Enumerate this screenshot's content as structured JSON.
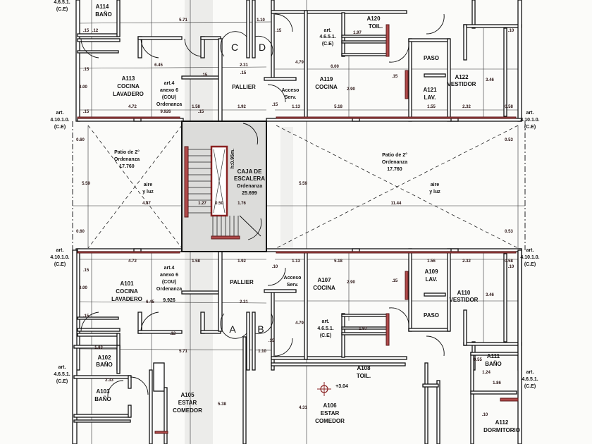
{
  "top_wing": {
    "a114": {
      "code": "A114",
      "name": "BAÑO"
    },
    "a113": {
      "code": "A113",
      "name1": "COCINA",
      "name2": "LAVADERO"
    },
    "art4": {
      "l1": "art.4",
      "l2": "anexo 6",
      "l3": "(COU)",
      "l4": "Ordenanza",
      "l5": "9.926"
    },
    "door_c": "C",
    "door_d": "D",
    "pallier": "PALLIER",
    "acceso": {
      "l1": "Acceso",
      "l2": "Serv."
    },
    "a119": {
      "code": "A119",
      "name": "COCINA"
    },
    "a120": {
      "code": "A120",
      "name": "TOIL."
    },
    "art465": {
      "l1": "art.",
      "l2": "4.6.5.1.",
      "l3": "(C.E)"
    },
    "paso": "PASO",
    "a121": {
      "code": "A121",
      "name": "LAV."
    },
    "a122": {
      "code": "A122",
      "name": "VESTIDOR"
    },
    "art_tl": {
      "l1": "4.6.5.1.",
      "l2": "(C.E)"
    },
    "art_left": {
      "l1": "art.",
      "l2": "4.10.1.0.",
      "l3": "(C.E)"
    },
    "art_right": {
      "l1": "art.",
      "l2": "4.10.1.0.",
      "l3": "(C.E)"
    }
  },
  "patios": {
    "left": {
      "l1": "Patio de 2°",
      "l2": "Ordenanza",
      "l3": "17.760",
      "l4": "aire",
      "l5": "y luz"
    },
    "right": {
      "l1": "Patio de 2°",
      "l2": "Ordenanza",
      "l3": "17.760",
      "l4": "aire",
      "l5": "y luz"
    }
  },
  "stair": {
    "l1": "CAJA DE",
    "l2": "ESCALERA",
    "l3": "Ordenanza",
    "l4": "25.699",
    "height": "h:0.95m."
  },
  "bottom_wing": {
    "a101": {
      "code": "A101",
      "name1": "COCINA",
      "name2": "LAVADERO"
    },
    "art4": {
      "l1": "art.4",
      "l2": "anexo 6",
      "l3": "(COU)",
      "l4": "Ordenanza",
      "l5": "9.926"
    },
    "pallier": "PALLIER",
    "door_a": "A",
    "door_b": "B",
    "acceso": {
      "l1": "Acceso",
      "l2": "Serv."
    },
    "a107": {
      "code": "A107",
      "name": "COCINA"
    },
    "a109": {
      "code": "A109",
      "name": "LAV."
    },
    "paso": "PASO",
    "a110": {
      "code": "A110",
      "name": "VESTIDOR"
    },
    "art465": {
      "l1": "art.",
      "l2": "4.6.5.1.",
      "l3": "(C.E)"
    },
    "a108": {
      "code": "A108",
      "name": "TOIL."
    },
    "a102": {
      "code": "A102",
      "name": "BAÑO"
    },
    "a103": {
      "code": "A103",
      "name": "BAÑO"
    },
    "a105": {
      "code": "A105",
      "name1": "ESTAR",
      "name2": "COMEDOR"
    },
    "a106": {
      "code": "A106",
      "name1": "ESTAR",
      "name2": "COMEDOR"
    },
    "level": "+3.04",
    "a111": {
      "code": "A111",
      "name": "BAÑO"
    },
    "a112": {
      "code": "A112",
      "name": "DORMITORIO"
    },
    "art_left": {
      "l1": "art.",
      "l2": "4.10.1.0.",
      "l3": "(C.E)"
    },
    "art_right": {
      "l1": "art.",
      "l2": "4.10.1.0.",
      "l3": "(C.E)"
    },
    "art465_left": {
      "l1": "art.",
      "l2": "4.6.5.1.",
      "l3": "(C.E)"
    },
    "art465_right": {
      "l1": "art.",
      "l2": "4.6.5.1.",
      "l3": "(C.E)"
    }
  },
  "dims": [
    "5.71",
    "1.10",
    ".15",
    ".12",
    ".15",
    "6.45",
    "2.31",
    "4.72",
    "1.58",
    "1.92",
    "1.13",
    "9.926",
    ".15",
    ".15",
    "1.97",
    "6.00",
    "5.18",
    "1.55",
    "2.32",
    "0.58",
    "4.87",
    "11.44",
    "5.59",
    "5.59",
    "1.27",
    "0.50",
    "1.76",
    "0.60",
    "0.53",
    "0.60",
    "0.53",
    "4.72",
    "1.58",
    "1.92",
    "1.13",
    "5.18",
    "1.56",
    "2.32",
    "0.58",
    "6.45",
    "2.31",
    "5.71",
    "1.10",
    "1.83",
    "2.33",
    "1.24",
    "1.86",
    "4.31",
    "5.38",
    "4.79",
    "4.79",
    "3.00",
    "3.00",
    "2.90",
    "2.90",
    "3.46",
    "3.46",
    "1.97",
    "0.55",
    ".15",
    ".10",
    ".15",
    ".15",
    ".15",
    ".15",
    ".15",
    ".10",
    ".15",
    ".12",
    ".15",
    ".15",
    ".10",
    ".10"
  ]
}
